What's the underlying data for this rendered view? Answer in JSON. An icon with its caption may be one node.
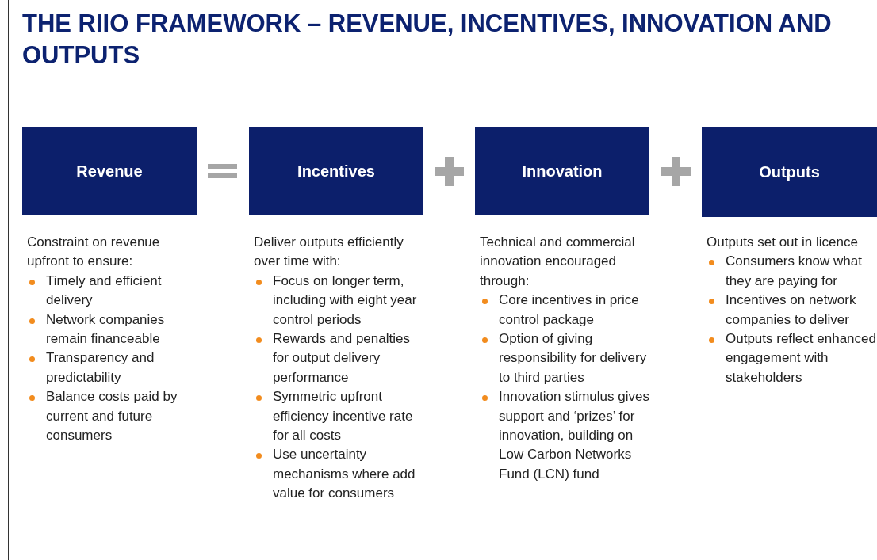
{
  "diagram": {
    "title": "THE RIIO FRAMEWORK – REVENUE, INCENTIVES, INNOVATION AND OUTPUTS",
    "nodes": [
      {
        "text": [
          "Revenue"
        ],
        "beside": [
          "Constraint on revenue upfront to ensure:",
          "Timely and efficient delivery",
          "Network companies remain financeable",
          "Transparency and predictability",
          "Balance costs paid by current and future consumers"
        ]
      },
      {
        "text": [
          "Incentives"
        ],
        "beside": [
          "Deliver outputs efficiently over time with:",
          "Focus on longer term, including with eight year control periods",
          "Rewards and penalties for output delivery performance",
          "Symmetric upfront efficiency incentive rate for all costs",
          "Use uncertainty mechanisms where add value for consumers"
        ]
      },
      {
        "text": [
          "Innovation"
        ],
        "beside": [
          "Technical and commercial innovation encouraged through:",
          "Core incentives in price control package",
          "Option of giving responsibility for delivery to third parties",
          "Innovation stimulus gives support and ‘prizes’ for innovation, building on Low Carbon Networks Fund (LCN) fund"
        ]
      },
      {
        "text": [
          "Outputs"
        ],
        "beside": [
          "Outputs set out in licence",
          "Consumers know what they are paying for",
          "Incentives on network companies to deliver",
          "Outputs reflect enhanced engagement with stakeholders"
        ]
      }
    ],
    "edges": []
  }
}
